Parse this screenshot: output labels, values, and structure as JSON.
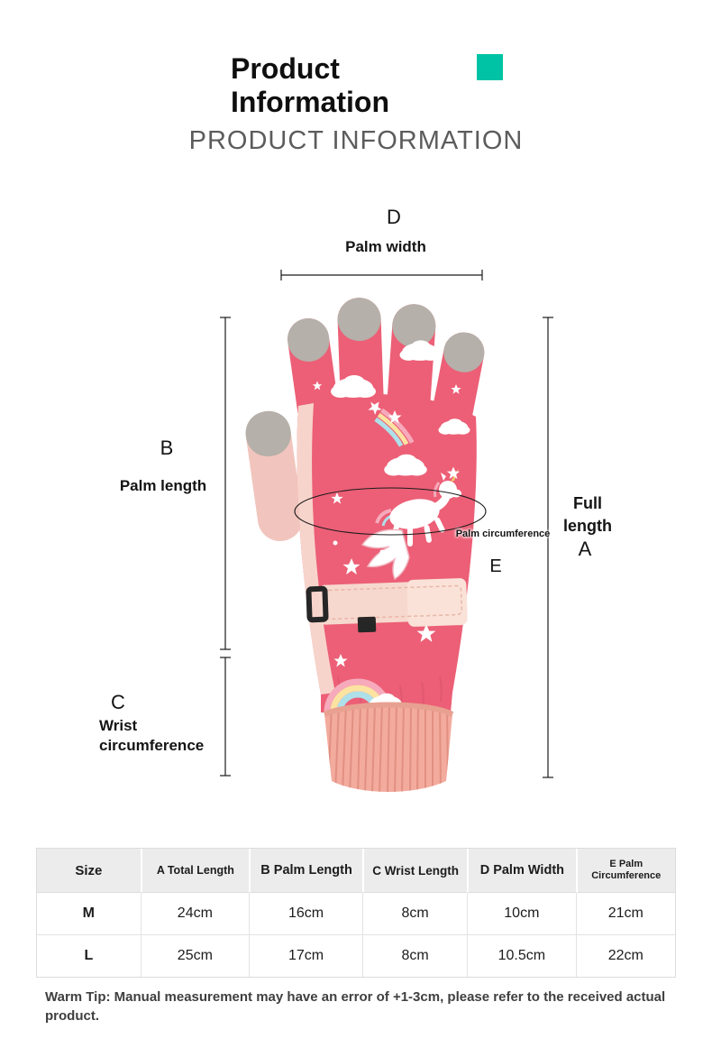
{
  "header": {
    "title_line1": "Product",
    "title_line2": "Information",
    "subtitle": "PRODUCT INFORMATION",
    "accent_color": "#00c3a5"
  },
  "figure": {
    "labels": {
      "d_letter": "D",
      "palm_width": "Palm width",
      "b_letter": "B",
      "palm_length": "Palm length",
      "full_length": "Full length",
      "a_letter": "A",
      "palm_circumference": "Palm circumference",
      "e_letter": "E",
      "c_letter": "C",
      "wrist_circumference": "Wrist circumference"
    },
    "glove_colors": {
      "shell_pink": "#ec5f76",
      "cuff_salmon": "#f3ab9d",
      "strap_pink": "#f7d8ce",
      "fingertip_gray": "#b5b0a9",
      "inner_pink": "#f1c5bd"
    }
  },
  "table": {
    "headers": [
      "Size",
      "A Total Length",
      "B Palm Length",
      "C Wrist Length",
      "D Palm Width",
      "E Palm Circumference"
    ],
    "rows": [
      {
        "size": "M",
        "a_total_length": "24cm",
        "b_palm_length": "16cm",
        "c_wrist_length": "8cm",
        "d_palm_width": "10cm",
        "e_palm_circumference": "21cm"
      },
      {
        "size": "L",
        "a_total_length": "25cm",
        "b_palm_length": "17cm",
        "c_wrist_length": "8cm",
        "d_palm_width": "10.5cm",
        "e_palm_circumference": "22cm"
      }
    ]
  },
  "footer": {
    "warm_tip": "Warm Tip: Manual measurement may have an error of +1-3cm, please refer to the received actual product."
  }
}
